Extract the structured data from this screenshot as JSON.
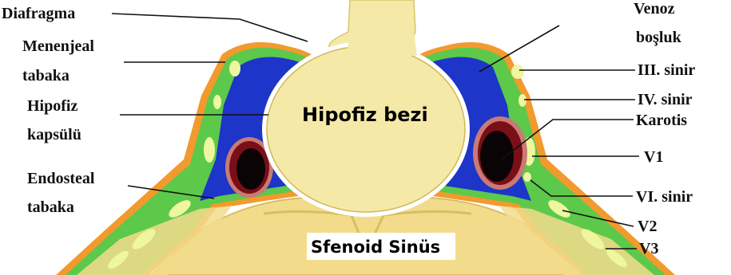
{
  "colors": {
    "gland": "#f5e9a8",
    "gland_outline": "#ffffff",
    "venous": "#1d35c8",
    "venous_dark": "#0f1f8a",
    "meningeal_green": "#5cc94a",
    "orange": "#f29a2e",
    "bone": "#f2dc8c",
    "bone_shadow": "#d9bd62",
    "nerve": "#eef6a0",
    "carotid_wall": "#c97a74",
    "carotid_lumen": "#0a0406",
    "carotid_mid": "#7a0f18"
  },
  "labels": {
    "diafragma": "Diafragma",
    "menenjeal_1": "Menenjeal",
    "menenjeal_2": "tabaka",
    "hipofiz_kapsulu_1": "Hipofiz",
    "hipofiz_kapsulu_2": "kapsülü",
    "endosteal_1": "Endosteal",
    "endosteal_2": "tabaka",
    "venoz_1": "Venoz",
    "venoz_2": "boşluk",
    "iii_sinir": "III. sinir",
    "iv_sinir": "IV. sinir",
    "karotis": "Karotis",
    "v1": "V1",
    "vi_sinir": "VI. sinir",
    "v2": "V2",
    "v3": "V3",
    "hipofiz_bezi": "Hipofiz bezi",
    "sfenoid_sinus": "Sfenoid Sinüs"
  }
}
